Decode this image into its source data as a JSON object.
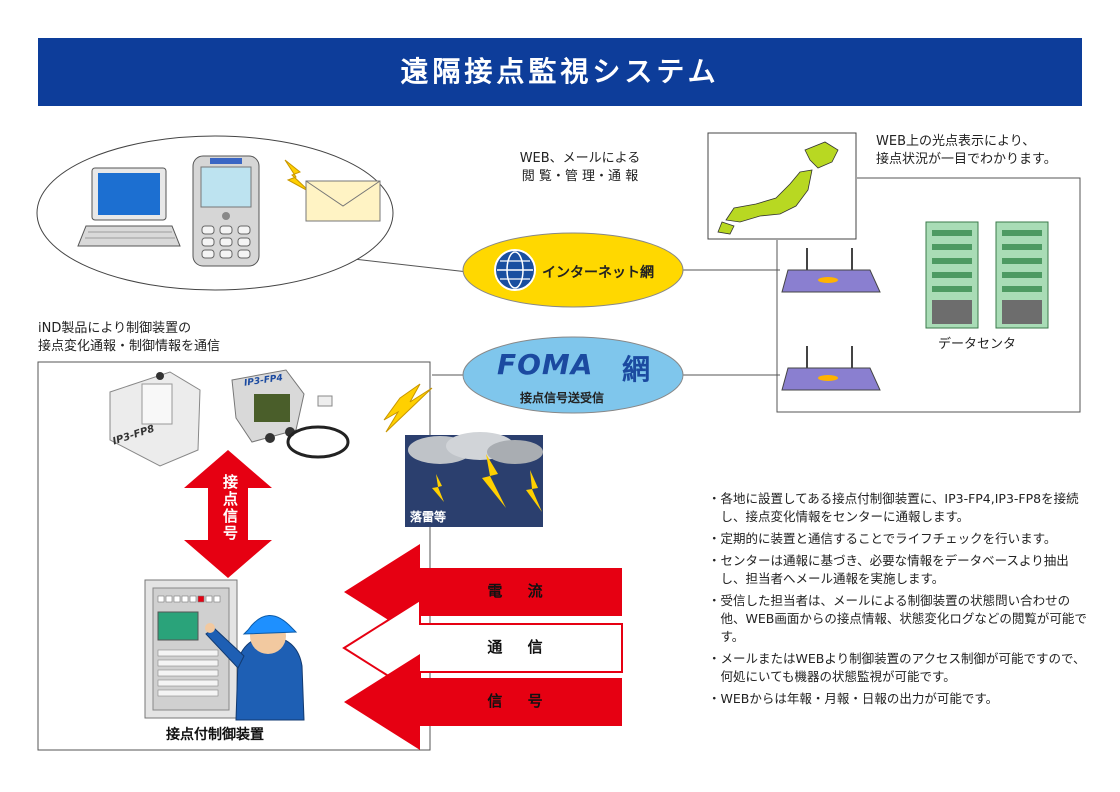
{
  "banner": {
    "title": "遠隔接点監視システム"
  },
  "labels": {
    "web_mail_line1": "WEB、メールによる",
    "web_mail_line2": "閲 覧・管 理・通 報",
    "internet": "インターネット網",
    "foma_logo": "FOMA",
    "foma_net_char": "網",
    "foma_sub": "接点信号送受信",
    "map_note_line1": "WEB上の光点表示により、",
    "map_note_line2": "接点状況が一目でわかります。",
    "data_center": "データセンタ",
    "ind_line1": "iND製品により制御装置の",
    "ind_line2": "接点変化通報・制御情報を通信",
    "lightning": "落雷等",
    "signal_vertical": "接点信号",
    "control_device": "接点付制御装置",
    "fp8_label": "IP3-FP8",
    "fp4_label": "IP3-FP4",
    "arrows": [
      "電 流",
      "通 信",
      "信 号"
    ]
  },
  "bullets": [
    "各地に設置してある接点付制御装置に、IP3-FP4,IP3-FP8を接続し、接点変化情報をセンターに通報します。",
    "定期的に装置と通信することでライフチェックを行います。",
    "センターは通報に基づき、必要な情報をデータベースより抽出し、担当者へメール通報を実施します。",
    "受信した担当者は、メールによる制御装置の状態問い合わせの他、WEB画面からの接点情報、状態変化ログなどの閲覧が可能です。",
    "メールまたはWEBより制御装置のアクセス制御が可能ですので、何処にいても機器の状態監視が可能です。",
    "WEBからは年報・月報・日報の出力が可能です。"
  ],
  "colors": {
    "banner": "#0d3d9a",
    "internet_ellipse": "#ffd800",
    "foma_ellipse": "#7fc6ec",
    "arrow_red": "#e60012",
    "map_green": "#b8d822",
    "server_green": "#8fd3a0",
    "router_purple": "#6a5fb0"
  }
}
